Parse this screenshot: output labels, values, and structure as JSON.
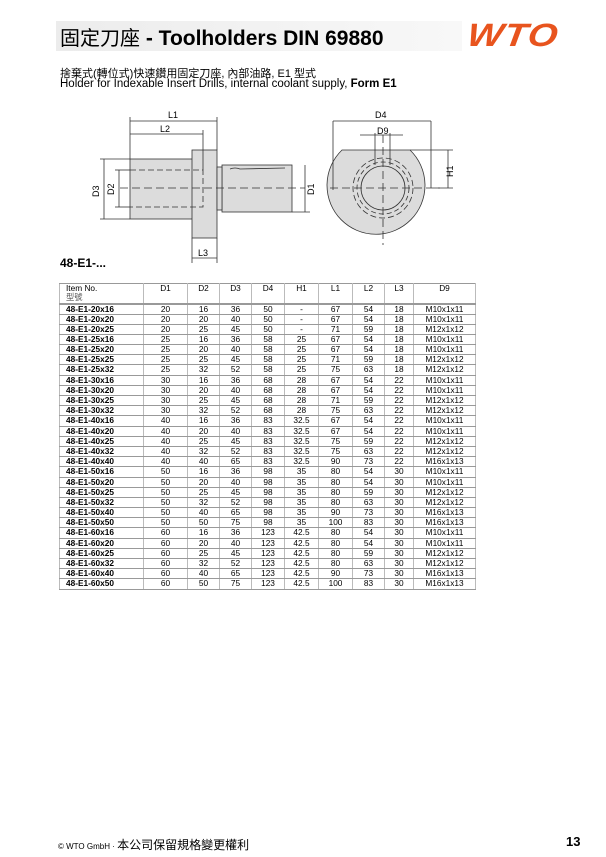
{
  "header": {
    "title_cn": "固定刀座",
    "title_en": "- Toolholders DIN 69880",
    "logo": "WTO"
  },
  "description": {
    "cn": "捨棄式(轉位式)快速鑽用固定刀座, 內部油路, E1 型式",
    "en": "Holder for Indexable Insert Drills, internal coolant supply, ",
    "en_bold": "Form E1"
  },
  "drawing": {
    "labels": {
      "L1": "L1",
      "L2": "L2",
      "L3": "L3",
      "D1": "D1",
      "D2": "D2",
      "D3": "D3",
      "D4": "D4",
      "D9": "D9",
      "H1": "H1"
    }
  },
  "series_label": "48-E1-...",
  "table": {
    "headers": [
      "Item No.",
      "D1",
      "D2",
      "D3",
      "D4",
      "H1",
      "L1",
      "L2",
      "L3",
      "D9"
    ],
    "header_cn": "型號",
    "rows": [
      [
        "48-E1-20x16",
        "20",
        "16",
        "36",
        "50",
        "-",
        "67",
        "54",
        "18",
        "M10x1x11"
      ],
      [
        "48-E1-20x20",
        "20",
        "20",
        "40",
        "50",
        "-",
        "67",
        "54",
        "18",
        "M10x1x11"
      ],
      [
        "48-E1-20x25",
        "20",
        "25",
        "45",
        "50",
        "-",
        "71",
        "59",
        "18",
        "M12x1x12"
      ],
      [
        "48-E1-25x16",
        "25",
        "16",
        "36",
        "58",
        "25",
        "67",
        "54",
        "18",
        "M10x1x11"
      ],
      [
        "48-E1-25x20",
        "25",
        "20",
        "40",
        "58",
        "25",
        "67",
        "54",
        "18",
        "M10x1x11"
      ],
      [
        "48-E1-25x25",
        "25",
        "25",
        "45",
        "58",
        "25",
        "71",
        "59",
        "18",
        "M12x1x12"
      ],
      [
        "48-E1-25x32",
        "25",
        "32",
        "52",
        "58",
        "25",
        "75",
        "63",
        "18",
        "M12x1x12"
      ],
      [
        "48-E1-30x16",
        "30",
        "16",
        "36",
        "68",
        "28",
        "67",
        "54",
        "22",
        "M10x1x11"
      ],
      [
        "48-E1-30x20",
        "30",
        "20",
        "40",
        "68",
        "28",
        "67",
        "54",
        "22",
        "M10x1x11"
      ],
      [
        "48-E1-30x25",
        "30",
        "25",
        "45",
        "68",
        "28",
        "71",
        "59",
        "22",
        "M12x1x12"
      ],
      [
        "48-E1-30x32",
        "30",
        "32",
        "52",
        "68",
        "28",
        "75",
        "63",
        "22",
        "M12x1x12"
      ],
      [
        "48-E1-40x16",
        "40",
        "16",
        "36",
        "83",
        "32.5",
        "67",
        "54",
        "22",
        "M10x1x11"
      ],
      [
        "48-E1-40x20",
        "40",
        "20",
        "40",
        "83",
        "32.5",
        "67",
        "54",
        "22",
        "M10x1x11"
      ],
      [
        "48-E1-40x25",
        "40",
        "25",
        "45",
        "83",
        "32.5",
        "75",
        "59",
        "22",
        "M12x1x12"
      ],
      [
        "48-E1-40x32",
        "40",
        "32",
        "52",
        "83",
        "32.5",
        "75",
        "63",
        "22",
        "M12x1x12"
      ],
      [
        "48-E1-40x40",
        "40",
        "40",
        "65",
        "83",
        "32.5",
        "90",
        "73",
        "22",
        "M16x1x13"
      ],
      [
        "48-E1-50x16",
        "50",
        "16",
        "36",
        "98",
        "35",
        "80",
        "54",
        "30",
        "M10x1x11"
      ],
      [
        "48-E1-50x20",
        "50",
        "20",
        "40",
        "98",
        "35",
        "80",
        "54",
        "30",
        "M10x1x11"
      ],
      [
        "48-E1-50x25",
        "50",
        "25",
        "45",
        "98",
        "35",
        "80",
        "59",
        "30",
        "M12x1x12"
      ],
      [
        "48-E1-50x32",
        "50",
        "32",
        "52",
        "98",
        "35",
        "80",
        "63",
        "30",
        "M12x1x12"
      ],
      [
        "48-E1-50x40",
        "50",
        "40",
        "65",
        "98",
        "35",
        "90",
        "73",
        "30",
        "M16x1x13"
      ],
      [
        "48-E1-50x50",
        "50",
        "50",
        "75",
        "98",
        "35",
        "100",
        "83",
        "30",
        "M16x1x13"
      ],
      [
        "48-E1-60x16",
        "60",
        "16",
        "36",
        "123",
        "42.5",
        "80",
        "54",
        "30",
        "M10x1x11"
      ],
      [
        "48-E1-60x20",
        "60",
        "20",
        "40",
        "123",
        "42.5",
        "80",
        "54",
        "30",
        "M10x1x11"
      ],
      [
        "48-E1-60x25",
        "60",
        "25",
        "45",
        "123",
        "42.5",
        "80",
        "59",
        "30",
        "M12x1x12"
      ],
      [
        "48-E1-60x32",
        "60",
        "32",
        "52",
        "123",
        "42.5",
        "80",
        "63",
        "30",
        "M12x1x12"
      ],
      [
        "48-E1-60x40",
        "60",
        "40",
        "65",
        "123",
        "42.5",
        "90",
        "73",
        "30",
        "M16x1x13"
      ],
      [
        "48-E1-60x50",
        "60",
        "50",
        "75",
        "123",
        "42.5",
        "100",
        "83",
        "30",
        "M16x1x13"
      ]
    ]
  },
  "footer": {
    "copyright": "© WTO GmbH · ",
    "notice_cn": "本公司保留規格變更權利",
    "page": "13"
  }
}
